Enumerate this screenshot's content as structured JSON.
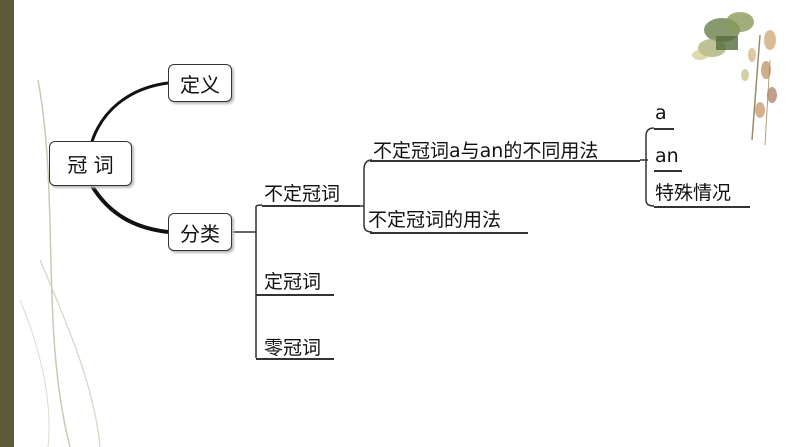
{
  "root": "冠 词",
  "definition": "定义",
  "classification": "分类",
  "indefinite_article": "不定冠词",
  "indefinite_diff": "不定冠词a与an的不同用法",
  "indefinite_usage": "不定冠词的用法",
  "leaf_a": "a",
  "leaf_an": "an",
  "leaf_special": "特殊情况",
  "definite_article": "定冠词",
  "zero_article": "零冠词",
  "colors": {
    "stripe": "#5c5a39",
    "line": "#333333",
    "plant": "#8a9a5b"
  }
}
